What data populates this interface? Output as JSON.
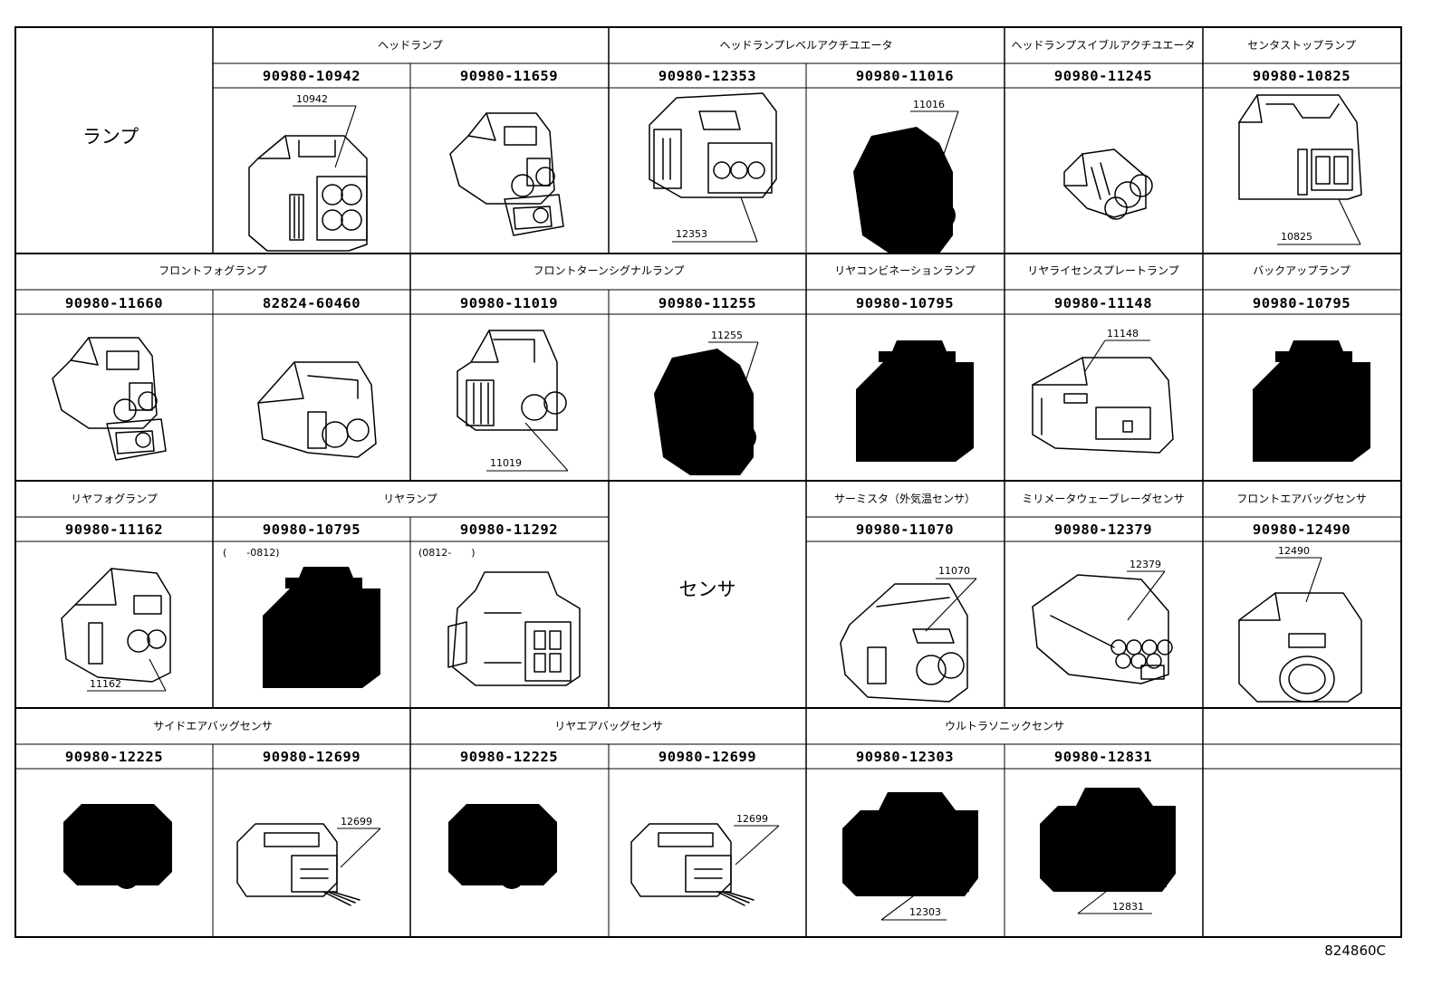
{
  "groups": {
    "lamp": "ランプ",
    "sensor": "センサ"
  },
  "headers": {
    "headlamp": "ヘッドランプ",
    "leveling_actuator": "ヘッドランプレベルアクチユエータ",
    "swivel_actuator": "ヘッドランプスイブルアクチユエータ",
    "center_stop": "センタストップランプ",
    "front_fog": "フロントフォグランプ",
    "front_turn": "フロントターンシグナルランプ",
    "rear_combination": "リヤコンビネーションランプ",
    "license_plate": "リヤライセンスプレートランプ",
    "backup": "バックアップランプ",
    "rear_fog": "リヤフォグランプ",
    "rear_lamp": "リヤランプ",
    "thermistor": "サーミスタ（外気温センサ）",
    "mmwave_radar": "ミリメータウェーブレーダセンサ",
    "front_airbag": "フロントエアバッグセンサ",
    "side_airbag": "サイドエアバッグセンサ",
    "rear_airbag": "リヤエアバッグセンサ",
    "ultrasonic": "ウルトラソニックセンサ"
  },
  "part_numbers": {
    "r1": [
      "90980-10942",
      "90980-11659",
      "90980-12353",
      "90980-11016",
      "90980-11245",
      "90980-10825"
    ],
    "r2": [
      "90980-11660",
      "82824-60460",
      "90980-11019",
      "90980-11255",
      "90980-10795",
      "90980-11148",
      "90980-10795"
    ],
    "r3": [
      "90980-11162",
      "90980-10795",
      "90980-11292",
      "90980-11070",
      "90980-12379",
      "90980-12490"
    ],
    "r4": [
      "90980-12225",
      "90980-12699",
      "90980-12225",
      "90980-12699",
      "90980-12303",
      "90980-12831"
    ]
  },
  "callouts": {
    "c10942": "10942",
    "c12353": "12353",
    "c11016": "11016",
    "c10825": "10825",
    "c11255": "11255",
    "c11019": "11019",
    "c11148": "11148",
    "c11162": "11162",
    "c11070": "11070",
    "c12379": "12379",
    "c12490": "12490",
    "c12699a": "12699",
    "c12699b": "12699",
    "c12303": "12303",
    "c12831": "12831"
  },
  "date_ranges": {
    "upto": "(　　-0812)",
    "from": "(0812-　　)"
  },
  "drawing_id": "824860C"
}
